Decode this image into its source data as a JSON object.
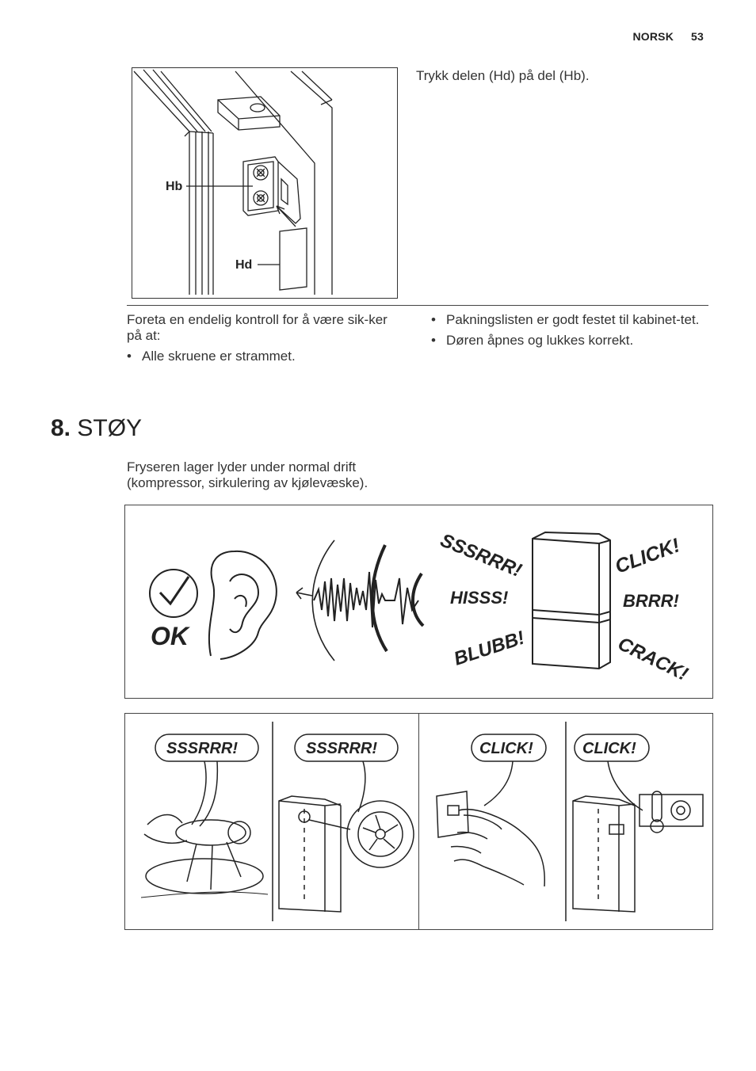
{
  "header": {
    "language": "NORSK",
    "page_number": "53"
  },
  "figure_hinge": {
    "label_hb": "Hb",
    "label_hd": "Hd"
  },
  "instruction": "Trykk delen (Hd) på del (Hb).",
  "final_check": {
    "intro": "Foreta en endelig kontroll for å være sik-ker på at:",
    "items": [
      "Alle skruene er strammet.",
      "Pakningslisten er godt festet til kabinet-tet.",
      "Døren åpnes og lukkes korrekt."
    ]
  },
  "section": {
    "number": "8.",
    "title": "STØY"
  },
  "section_intro": "Fryseren lager lyder under normal drift (kompressor, sirkulering av kjølevæske).",
  "noise_figure": {
    "ok_label": "OK",
    "sounds": [
      "SSSRRR!",
      "HISSS!",
      "BLUBB!",
      "CLICK!",
      "BRRR!",
      "CRACK!"
    ]
  },
  "bottom_panels": [
    "SSSRRR!",
    "SSSRRR!",
    "CLICK!",
    "CLICK!"
  ]
}
